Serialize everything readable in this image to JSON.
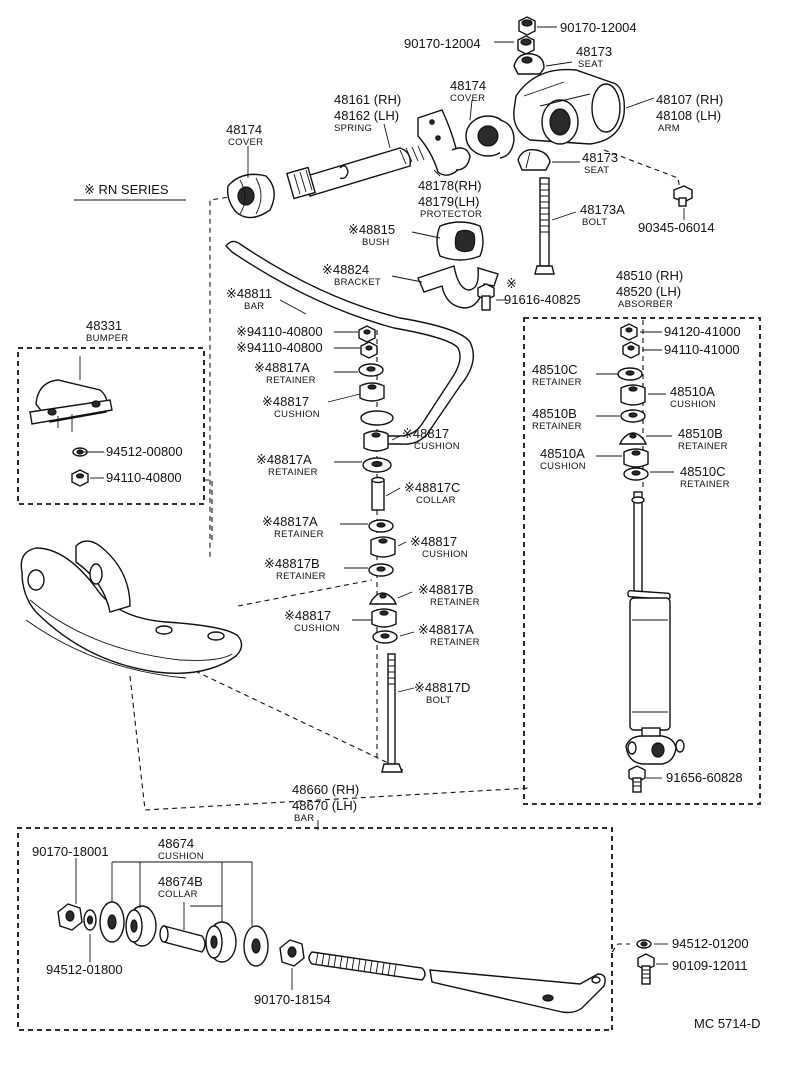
{
  "series_note": "※ RN SERIES",
  "diagram_code": "MC 5714-D",
  "labels": {
    "nut_top": {
      "pn": "90170-12004"
    },
    "nut_top2": {
      "pn": "90170-12004"
    },
    "seat_48173_top": {
      "pn": "48173",
      "name": "SEAT"
    },
    "arm": {
      "pn_rh": "48107 (RH)",
      "pn_lh": "48108 (LH)",
      "name": "ARM"
    },
    "seat_48173_low": {
      "pn": "48173",
      "name": "SEAT"
    },
    "bolt_48173a": {
      "pn": "48173A",
      "name": "BOLT"
    },
    "bolt_90345": {
      "pn": "90345-06014"
    },
    "cover_right": {
      "pn": "48174",
      "name": "COVER"
    },
    "spring": {
      "pn_rh": "48161 (RH)",
      "pn_lh": "48162 (LH)",
      "name": "SPRING"
    },
    "cover_left": {
      "pn": "48174",
      "name": "COVER"
    },
    "protector": {
      "pn_rh": "48178(RH)",
      "pn_lh": "48179(LH)",
      "name": "PROTECTOR"
    },
    "bush": {
      "pn": "※48815",
      "name": "BUSH"
    },
    "bracket": {
      "pn": "※48824",
      "name": "BRACKET"
    },
    "bolt_91616": {
      "pn": "91616-40825",
      "mark": "※"
    },
    "bar_48811": {
      "pn": "※48811",
      "name": "BAR"
    },
    "bumper": {
      "pn": "48331",
      "name": "BUMPER"
    },
    "bumper_nut1": {
      "pn": "94512-00800"
    },
    "bumper_nut2": {
      "pn": "94110-40800"
    },
    "nut_a": {
      "pn": "※94110-40800"
    },
    "nut_b": {
      "pn": "※94110-40800"
    },
    "ret_a1": {
      "pn": "※48817A",
      "name": "RETAINER"
    },
    "cush_1": {
      "pn": "※48817",
      "name": "CUSHION"
    },
    "cush_2": {
      "pn": "※48817",
      "name": "CUSHION"
    },
    "ret_a2": {
      "pn": "※48817A",
      "name": "RETAINER"
    },
    "collar_c": {
      "pn": "※48817C",
      "name": "COLLAR"
    },
    "ret_a3": {
      "pn": "※48817A",
      "name": "RETAINER"
    },
    "cush_3": {
      "pn": "※48817",
      "name": "CUSHION"
    },
    "ret_b1": {
      "pn": "※48817B",
      "name": "RETAINER"
    },
    "ret_b2": {
      "pn": "※48817B",
      "name": "RETAINER"
    },
    "cush_4": {
      "pn": "※48817",
      "name": "CUSHION"
    },
    "ret_a4": {
      "pn": "※48817A",
      "name": "RETAINER"
    },
    "bolt_d": {
      "pn": "※48817D",
      "name": "BOLT"
    },
    "absorber": {
      "pn_rh": "48510 (RH)",
      "pn_lh": "48520 (LH)",
      "name": "ABSORBER"
    },
    "abs_nut1": {
      "pn": "94120-41000"
    },
    "abs_nut2": {
      "pn": "94110-41000"
    },
    "abs_ret_c1": {
      "pn": "48510C",
      "name": "RETAINER"
    },
    "abs_cush_a1": {
      "pn": "48510A",
      "name": "CUSHION"
    },
    "abs_ret_b1": {
      "pn": "48510B",
      "name": "RETAINER"
    },
    "abs_ret_b2": {
      "pn": "48510B",
      "name": "RETAINER"
    },
    "abs_cush_a2": {
      "pn": "48510A",
      "name": "CUSHION"
    },
    "abs_ret_c2": {
      "pn": "48510C",
      "name": "RETAINER"
    },
    "abs_bolt": {
      "pn": "91656-60828"
    },
    "strut_bar": {
      "pn_rh": "48660 (RH)",
      "pn_lh": "48670 (LH)",
      "name": "BAR"
    },
    "strut_nut": {
      "pn": "90170-18001"
    },
    "strut_cushion": {
      "pn": "48674",
      "name": "CUSHION"
    },
    "strut_collar": {
      "pn": "48674B",
      "name": "COLLAR"
    },
    "strut_washer": {
      "pn": "94512-01800"
    },
    "strut_nut2": {
      "pn": "90170-18154"
    },
    "strut_washer2": {
      "pn": "94512-01200"
    },
    "strut_bolt": {
      "pn": "90109-12011"
    }
  }
}
